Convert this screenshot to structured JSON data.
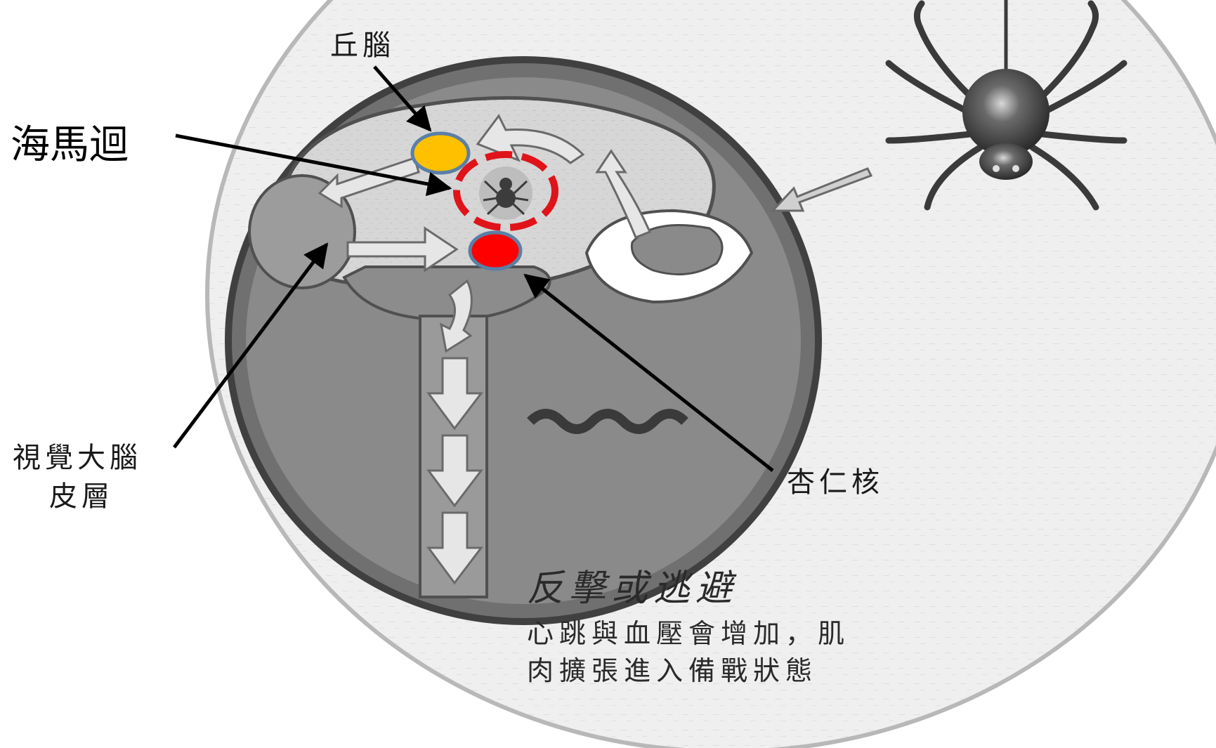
{
  "labels": {
    "thalamus": "丘腦",
    "hippocampus": "海馬迴",
    "visual_cortex_line1": "視覺大腦",
    "visual_cortex_line2": "皮層",
    "amygdala": "杏仁核",
    "fight_or_flight": "反擊或逃避",
    "body_line1": "心跳與血壓會增加，肌",
    "body_line2": "肉擴張進入備戰狀態"
  },
  "colors": {
    "thalamus_marker": "#FFC000",
    "amygdala_marker": "#FF0000",
    "hippocampus_ring": "#E0131A",
    "marker_outline": "#5B7FA6",
    "background_disc": "#ECECEC",
    "head_outline": "#555555"
  },
  "icons": {
    "spider": "spider-icon",
    "brain_spider_image": "spider-image-icon"
  }
}
